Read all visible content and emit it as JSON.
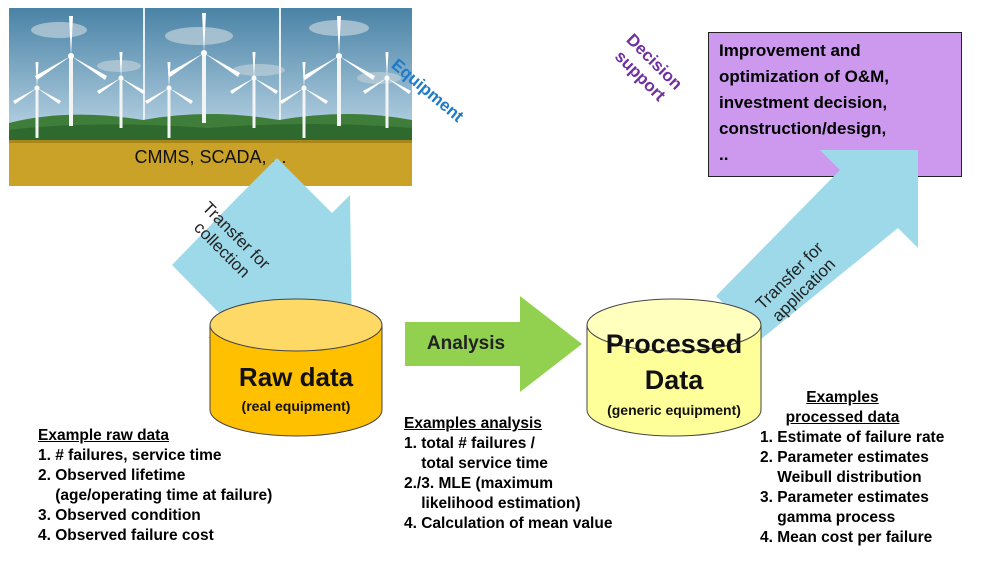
{
  "equipment": {
    "label": "Equipment",
    "ground_label": "CMMS, SCADA, ..."
  },
  "decision_support": {
    "label_line1": "Decision",
    "label_line2": "support",
    "box_text": [
      "Improvement and",
      "optimization of O&M,",
      "investment decision,",
      "construction/design,",
      ".."
    ]
  },
  "arrows": {
    "collection": [
      "Transfer for",
      "collection"
    ],
    "analysis": "Analysis",
    "application": [
      "Transfer for",
      "application"
    ]
  },
  "raw_data": {
    "title": "Raw data",
    "subtitle": "(real equipment)",
    "examples_title": "Example raw data",
    "examples": [
      "1. # failures, service time",
      "2. Observed lifetime",
      "    (age/operating time at failure)",
      "3. Observed condition",
      "4. Observed failure cost"
    ]
  },
  "analysis_examples": {
    "title": "Examples analysis",
    "items": [
      "1. total # failures /",
      "    total service time",
      "2./3. MLE (maximum",
      "    likelihood estimation)",
      "4. Calculation of mean value"
    ]
  },
  "processed_data": {
    "title_line1": "Processed",
    "title_line2": "Data",
    "subtitle": "(generic equipment)",
    "examples_title_line1": "Examples",
    "examples_title_line2": "processed data",
    "examples": [
      "1. Estimate of failure rate",
      "2. Parameter estimates",
      "    Weibull distribution",
      "3. Parameter estimates",
      "    gamma process",
      "4. Mean cost per failure"
    ]
  },
  "colors": {
    "equipment_text": "#1e7bc9",
    "decision_text": "#7030a0",
    "decision_box": "#cc99ee",
    "raw_cylinder": "#ffc000",
    "processed_cylinder": "#ffff99",
    "analysis_arrow": "#92d050",
    "transfer_arrow": "#9dd9e8",
    "ground": "#c9a227"
  }
}
